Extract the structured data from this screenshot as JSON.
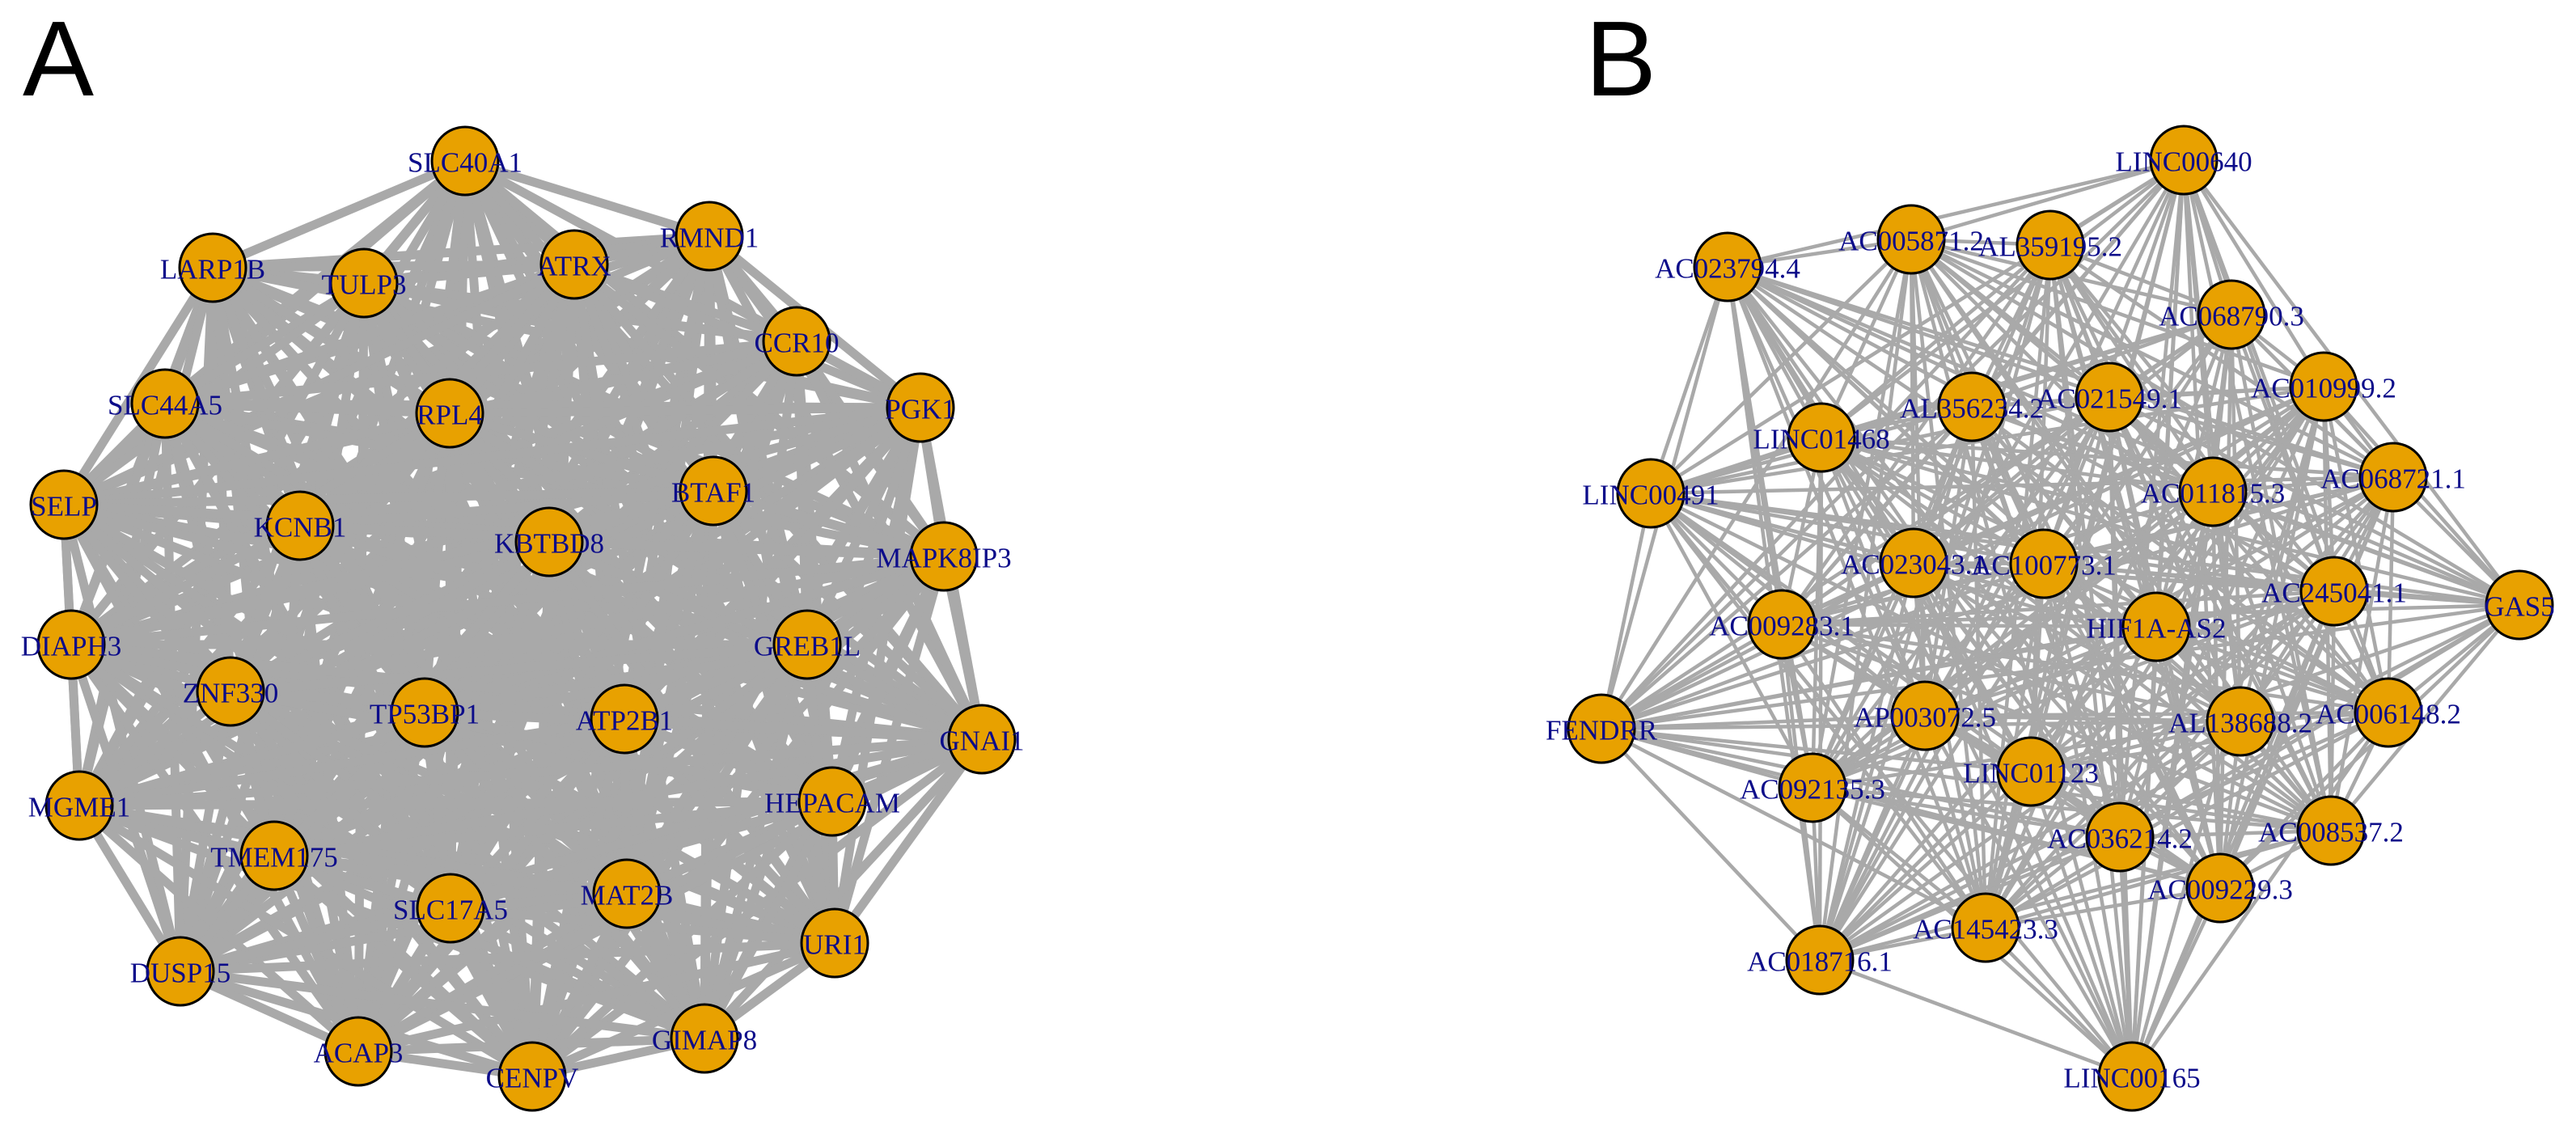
{
  "panels": [
    {
      "letter": "A",
      "nodes": [
        "SLC40A1",
        "RMND1",
        "LARP1B",
        "TULP3",
        "ATRX",
        "CCR10",
        "SLC44A5",
        "RPL4",
        "PGK1",
        "SELP",
        "KCNB1",
        "BTAF1",
        "KBTBD8",
        "MAPK8IP3",
        "DIAPH3",
        "GREB1L",
        "ZNF330",
        "TP53BP1",
        "ATP2B1",
        "GNAI1",
        "MGME1",
        "HEPACAM",
        "TMEM175",
        "MAT2B",
        "SLC17A5",
        "URI1",
        "DUSP15",
        "GIMAP8",
        "ACAP3",
        "CENPV"
      ]
    },
    {
      "letter": "B",
      "nodes": [
        "LINC00640",
        "AC005871.2",
        "AL359195.2",
        "AC023794.4",
        "AC068790.3",
        "AC010999.2",
        "AL356234.2",
        "AC021549.1",
        "LINC01468",
        "LINC00491",
        "AC011815.3",
        "AC068721.1",
        "AC023043.1",
        "AC100773.1",
        "AC245041.1",
        "GAS5",
        "AC009283.1",
        "HIF1A-AS2",
        "FENDRR",
        "AP003072.5",
        "AL138688.2",
        "AC006148.2",
        "LINC01123",
        "AC092135.3",
        "AC036214.2",
        "AC008537.2",
        "AC009229.3",
        "AC145423.3",
        "AC018716.1",
        "LINC00165"
      ]
    }
  ],
  "colors": {
    "node_fill": "#E8A100",
    "edge": "#A9A9A9",
    "label": "#0C0C8A"
  }
}
